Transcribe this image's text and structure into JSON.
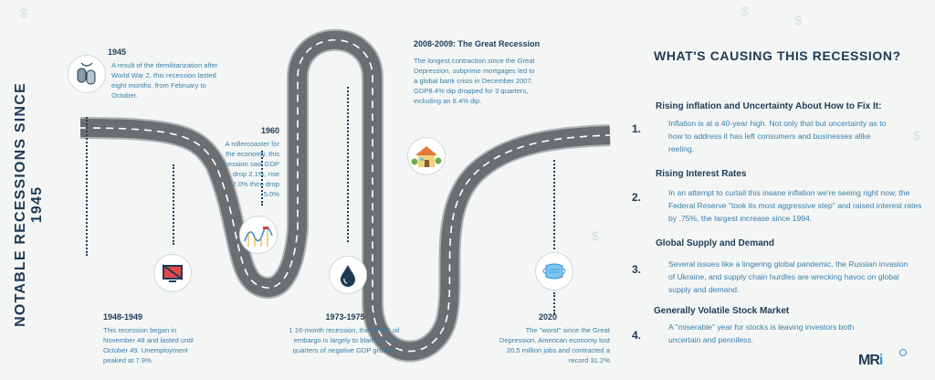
{
  "side_title": "NOTABLE RECESSIONS SINCE 1945",
  "timeline": [
    {
      "year": "1945",
      "text": "A result of the demilitarization after World War 2, this recession lasted eight months. from February to October.",
      "icon": "dog-tags-icon"
    },
    {
      "year": "1960",
      "text": "A rollercoaster for the economy, this recession saw GDP drop 2.1%, rise 2.0% then drop 5.0%",
      "icon": "rollercoaster-icon"
    },
    {
      "year": "1948-1949",
      "text": "This recession began in November 48 and lasted until October 49. Unemployment peaked at 7.9%.",
      "icon": "no-television-icon"
    },
    {
      "year": "1973-1975",
      "text": "1 16-month recession, the OPEC oil embargo is largely to blame for 5 quarters of negative GDP growth.",
      "icon": "oil-drop-icon"
    },
    {
      "year": "2008-2009: The Great Recession",
      "text": "The longest contraction since the Great Depression, subprime mortgages led to a global bank crisis in December 2007. GDP8.4% dip dropped for 3 quarters, including an 8.4% dip.",
      "icon": "house-icon"
    },
    {
      "year": "2020",
      "text": "The \"worst\" since the Great Depression, American economy lost 20.5 million jobs and contracted a record 31.2%",
      "icon": "face-mask-icon"
    }
  ],
  "causes_heading": "WHAT'S CAUSING THIS RECESSION?",
  "causes": [
    {
      "num": "1.",
      "title": "Rising inflation and Uncertainty About How to Fix It:",
      "text": "Inflation is at a 40-year high. Not only that but uncertainty as to how to address it has left consumers and businesses alike reeling."
    },
    {
      "num": "2.",
      "title": "Rising Interest Rates",
      "text": "In an attempt to curtail this insane inflation we're seeing right now, the Federal Reserve \"took its most aggressive step\" and raised interest rates by .75%, the largest increase since 1994."
    },
    {
      "num": "3.",
      "title": "Global Supply and Demand",
      "text": "Several issues like a lingering global pandemic, the Russian invasion of Ukraine, and supply chain hurdles are wrecking havoc on global supply and demand."
    },
    {
      "num": "4.",
      "title": "Generally Volatile Stock Market",
      "text": "A \"miserable\" year for stocks is leaving investors both uncertain and penniless."
    }
  ],
  "logo": {
    "text_a": "MR",
    "text_b": "i"
  },
  "colors": {
    "navy": "#1f3a55",
    "blue_text": "#3a7ea8",
    "road": "#6b6e70",
    "road_edge": "#aeb2b4",
    "background": "#f4f6f6"
  }
}
